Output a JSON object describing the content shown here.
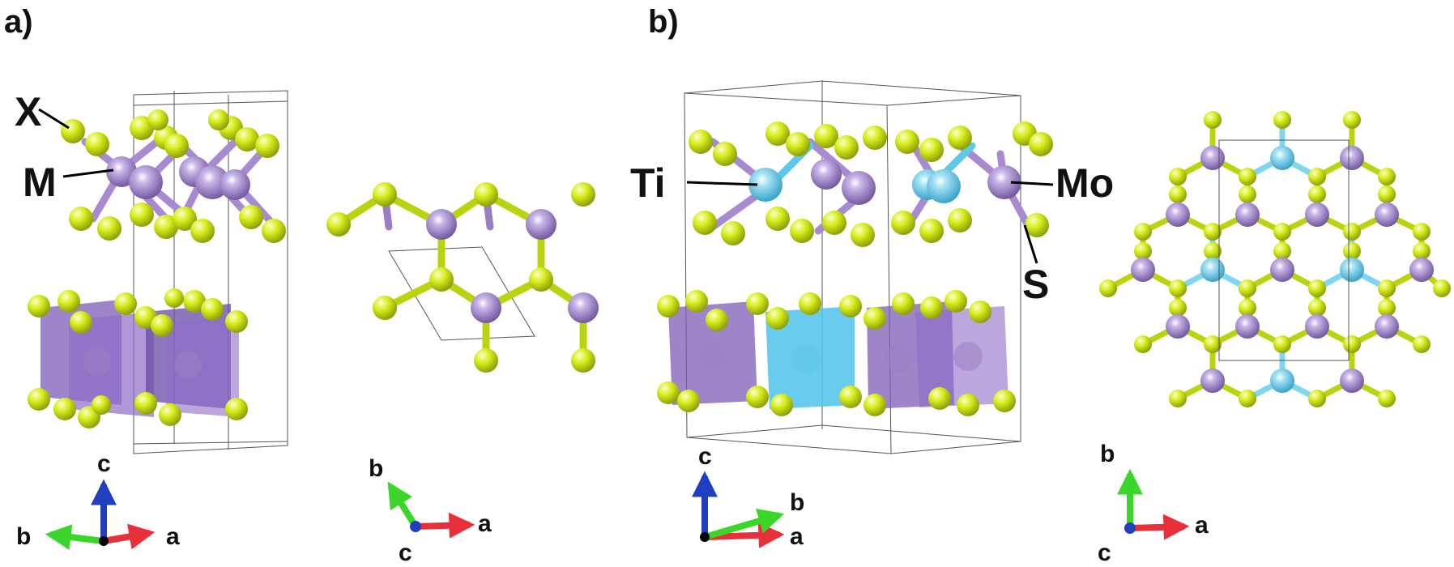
{
  "panels": {
    "a": {
      "label": "a)",
      "atom_labels": {
        "x": "X",
        "m": "M"
      },
      "axes_side": {
        "c": "c",
        "b": "b",
        "a": "a"
      },
      "axes_top": {
        "b": "b",
        "c": "c",
        "a": "a"
      }
    },
    "b": {
      "label": "b)",
      "atom_labels": {
        "ti": "Ti",
        "mo": "Mo",
        "s": "S"
      },
      "axes_side": {
        "c": "c",
        "b": "b",
        "a": "a"
      },
      "axes_top": {
        "b": "b",
        "c": "c",
        "a": "a"
      }
    }
  },
  "colors": {
    "chalcogen": "#d6ec1a",
    "metal_m": "#9a7fc4",
    "metal_ti": "#5cc8ea",
    "polyhedron_m": "#7e5cb8",
    "polyhedron_ti": "#4fc2ea",
    "axis_a": "#e8303a",
    "axis_b": "#3cd62a",
    "axis_c": "#1f3fbf"
  },
  "icons": [
    "axis-triad-icon",
    "unit-cell-icon",
    "octahedron-icon"
  ]
}
